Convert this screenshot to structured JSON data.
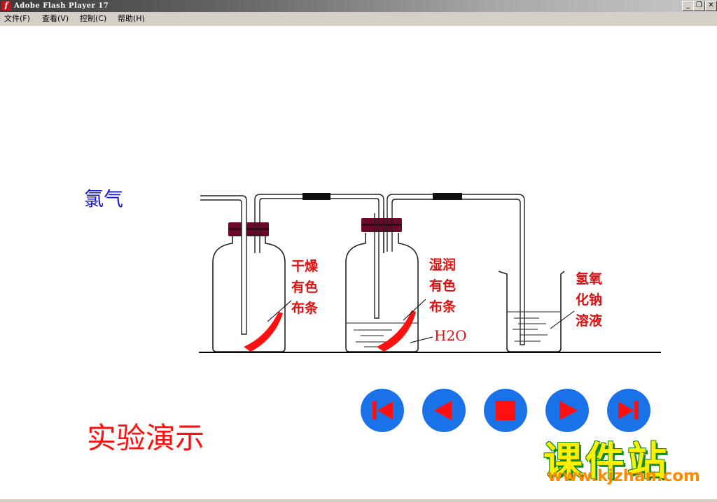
{
  "window": {
    "title": "Adobe Flash Player 17",
    "icon": "flash-player-icon",
    "controls": [
      "minimize-icon",
      "restore-icon",
      "close-icon"
    ]
  },
  "menu": {
    "file": "文件(F)",
    "view": "查看(V)",
    "control": "控制(C)",
    "help": "帮助(H)"
  },
  "scene": {
    "gas_label": "氯气",
    "bottle1": {
      "line1": "干燥",
      "line2": "有色",
      "line3": "布条"
    },
    "bottle2": {
      "line1": "湿润",
      "line2": "有色",
      "line3": "布条"
    },
    "water_label": "H2O",
    "beaker": {
      "line1": "氢氧",
      "line2": "化钠",
      "line3": "溶液"
    }
  },
  "demo_title": "实验演示",
  "controls": {
    "buttons": [
      "skip-to-start-icon",
      "rewind-icon",
      "stop-icon",
      "play-icon",
      "skip-to-end-icon"
    ],
    "button_color": "#1a72e8",
    "icon_color": "#ff1010"
  },
  "brand": {
    "name": "课件站",
    "url": "www.kjzhan.com"
  },
  "colors": {
    "accent_red": "#e01010",
    "gas_blue": "#1a1ad6",
    "stopper": "#6b0a2a",
    "brand_yellow": "#ffee00",
    "brand_green": "#128a1e"
  }
}
